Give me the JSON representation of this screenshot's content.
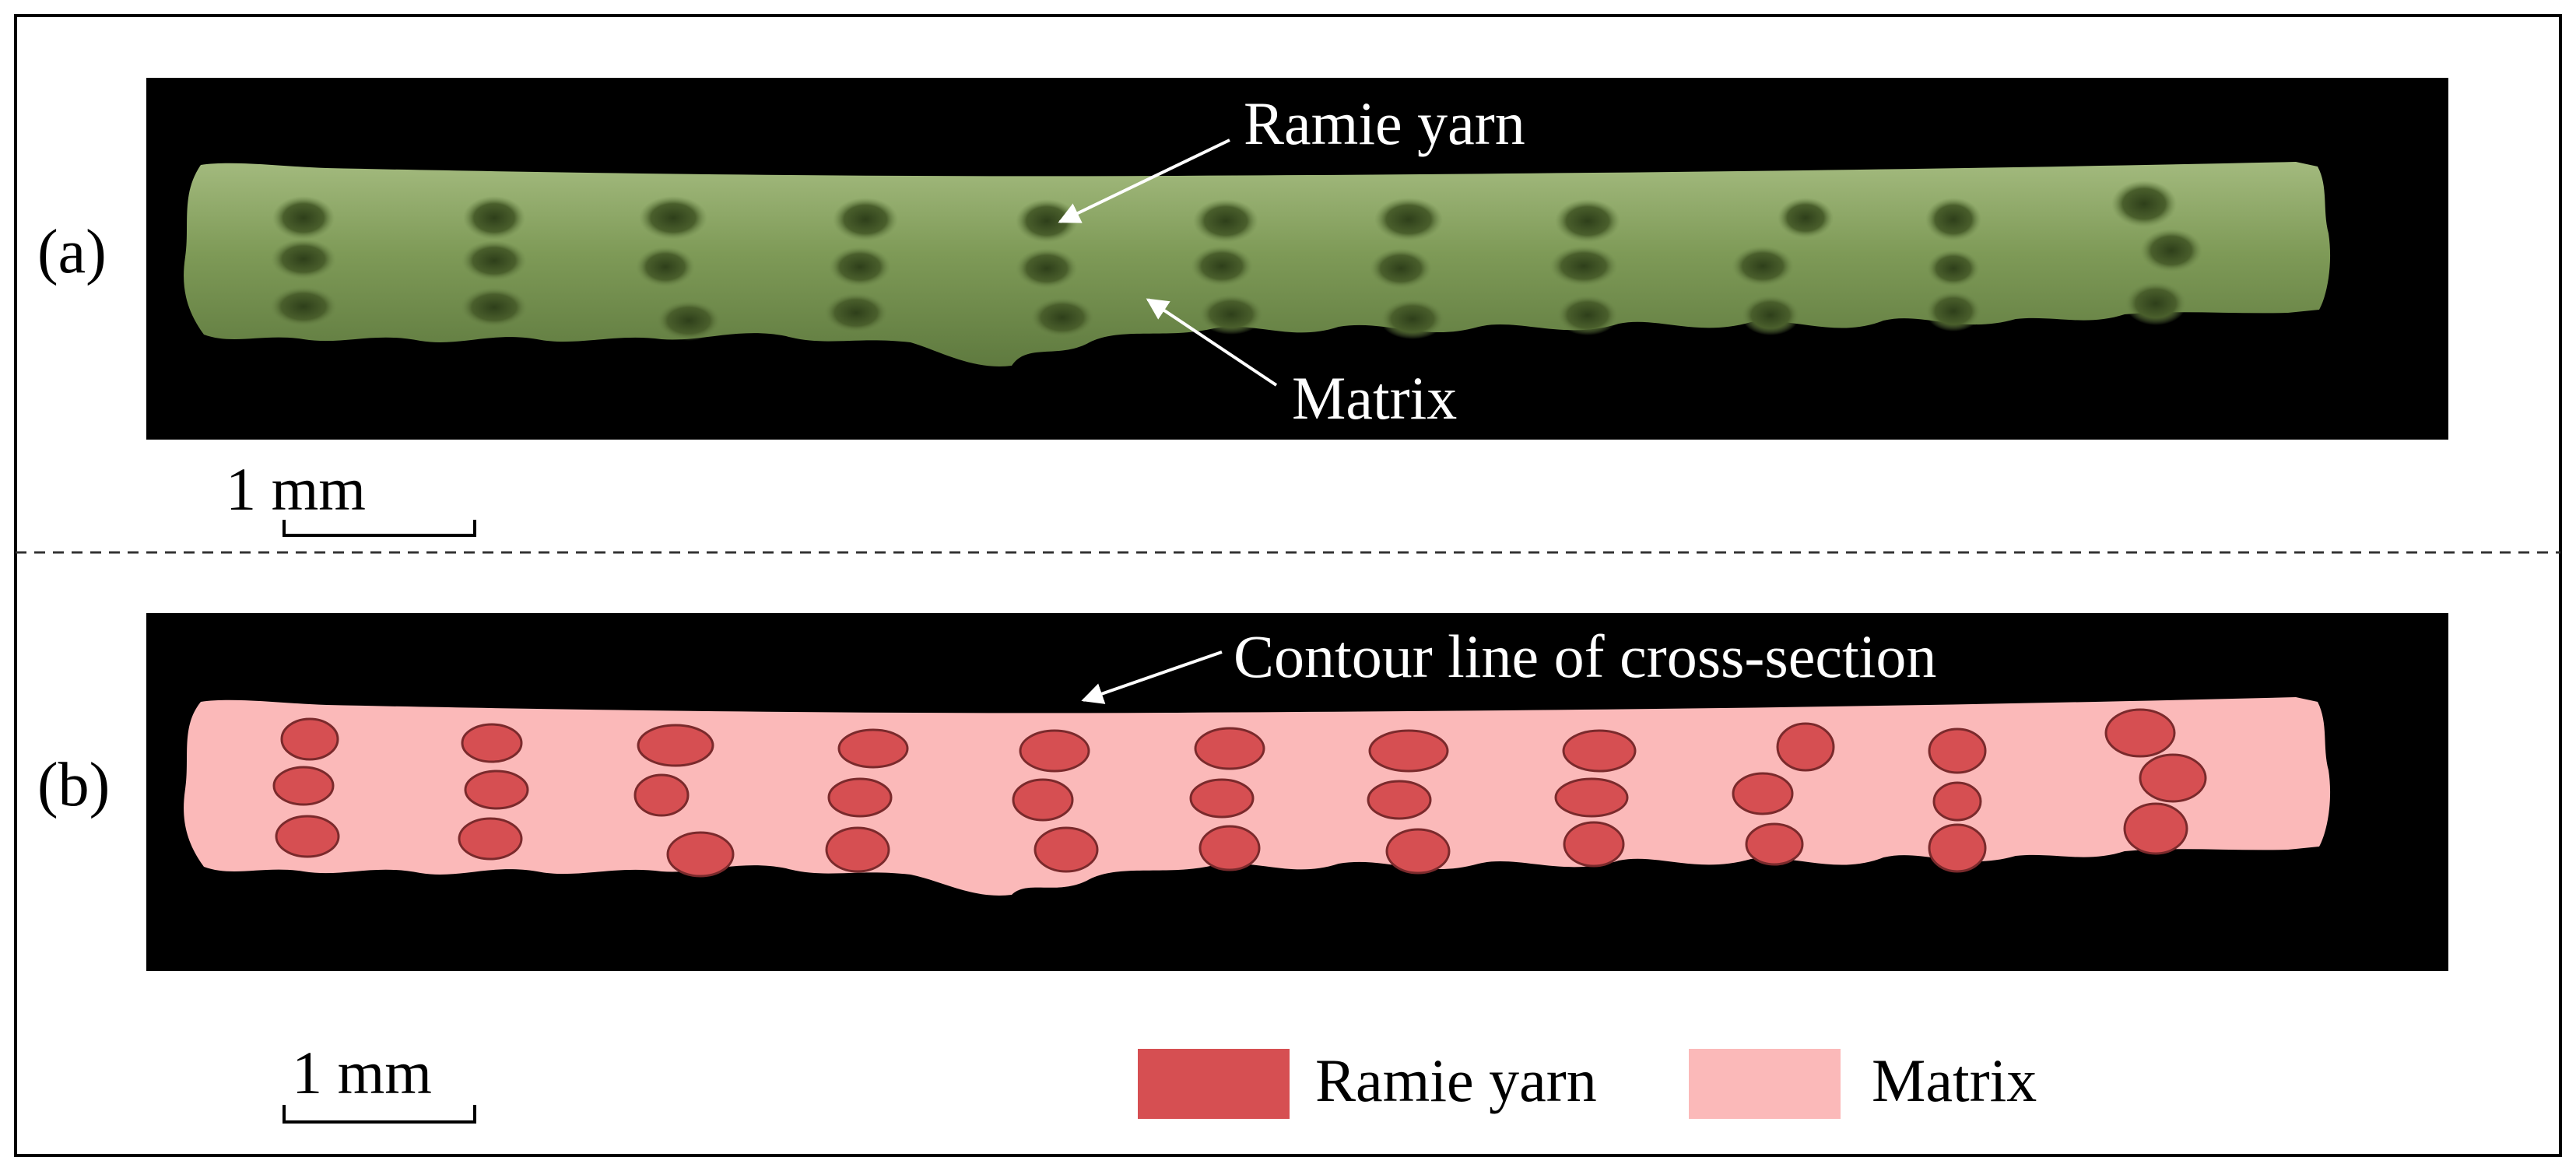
{
  "panel_a": {
    "label": "(a)",
    "annotation_yarn": "Ramie yarn",
    "annotation_matrix": "Matrix",
    "scale_bar": "1 mm"
  },
  "panel_b": {
    "label": "(b)",
    "annotation_contour": "Contour line of cross-section",
    "scale_bar": "1 mm"
  },
  "legend": {
    "items": [
      {
        "label": "Ramie yarn",
        "color": "#d64f52"
      },
      {
        "label": "Matrix",
        "color": "#fbb9b9"
      }
    ]
  },
  "colors": {
    "photo_background": "#000000",
    "matrix_photo": "#7f9a5a",
    "yarn_photo": "#3f5227",
    "yarn_schematic": "#d64f52",
    "yarn_outline": "#7a2a2c",
    "matrix_schematic": "#fbb9b9"
  }
}
